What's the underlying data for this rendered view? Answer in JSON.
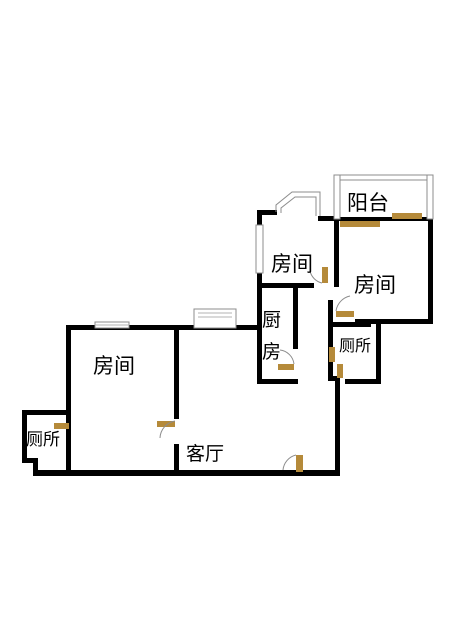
{
  "floor_plan": {
    "colors": {
      "wall": "#000000",
      "door": "#b58a3a",
      "window": "#8c8c8c",
      "background": "#ffffff"
    },
    "rooms": {
      "bedroom_left": {
        "label": "房间"
      },
      "bathroom_left": {
        "label": "厕所"
      },
      "living_room": {
        "label": "客厅"
      },
      "bedroom_upper_mid": {
        "label": "房间"
      },
      "kitchen": {
        "label_line1": "厨",
        "label_line2": "房"
      },
      "balcony": {
        "label": "阳台"
      },
      "bedroom_right": {
        "label": "房间"
      },
      "bathroom_right": {
        "label": "厕所"
      }
    }
  }
}
